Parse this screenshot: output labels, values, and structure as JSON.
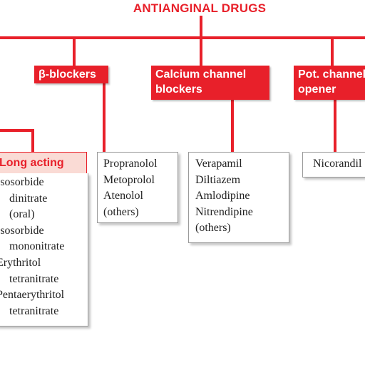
{
  "title": "ANTIANGINAL DRUGS",
  "categories": {
    "beta_blockers": {
      "label": "β-blockers",
      "drugs": [
        "Propranolol",
        "Metoprolol",
        "Atenolol",
        "(others)"
      ]
    },
    "calcium_channel_blockers": {
      "label_line1": "Calcium channel",
      "label_line2": "blockers",
      "drugs": [
        "Verapamil",
        "Diltiazem",
        "Amlodipine",
        "Nitrendipine",
        "(others)"
      ]
    },
    "pot_channel_opener": {
      "label_line1": "Pot. channel",
      "label_line2": "opener",
      "drugs": [
        "Nicorandil"
      ]
    },
    "nitrates_long_acting": {
      "label": "Long acting",
      "drugs": [
        {
          "text": "Isosorbide",
          "indent": false
        },
        {
          "text": "dinitrate",
          "indent": true
        },
        {
          "text": "(oral)",
          "indent": true
        },
        {
          "text": "Isosorbide",
          "indent": false
        },
        {
          "text": "mononitrate",
          "indent": true
        },
        {
          "text": "Erythritol",
          "indent": false
        },
        {
          "text": "tetranitrate",
          "indent": true
        },
        {
          "text": "Pentaerythritol",
          "indent": false
        },
        {
          "text": "tetranitrate",
          "indent": true
        }
      ]
    }
  },
  "colors": {
    "accent": "#e8202a",
    "sub_header_fill": "#fadbd5"
  }
}
